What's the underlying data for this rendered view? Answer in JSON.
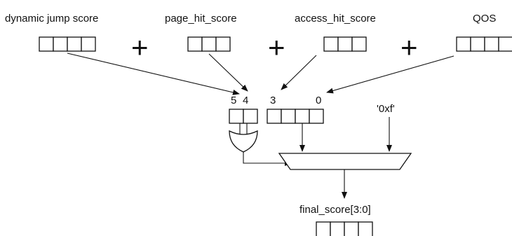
{
  "labels": {
    "dynamic_jump": "dynamic jump score",
    "page_hit": "page_hit_score",
    "access_hit": "access_hit_score",
    "qos": "QOS",
    "constant": "'0xf'",
    "final_score": "final_score[3:0]"
  },
  "operators": {
    "plus1": "+",
    "plus2": "+",
    "plus3": "+"
  },
  "bit_indices": {
    "b5": "5",
    "b4": "4",
    "b3": "3",
    "b0": "0"
  },
  "colors": {
    "ink": "#111111",
    "background": "#ffffff"
  },
  "icons": {
    "or_gate": "or-gate-icon",
    "mux": "multiplexer-icon",
    "arrow": "arrowhead-icon"
  }
}
